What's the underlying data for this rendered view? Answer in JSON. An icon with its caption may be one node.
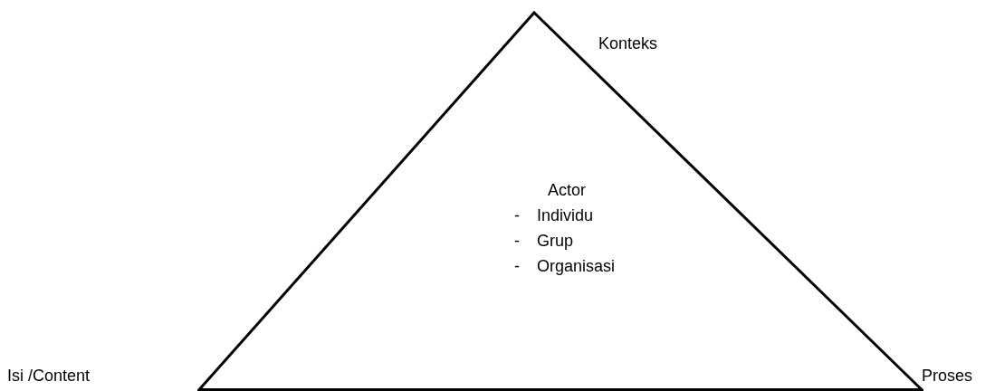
{
  "diagram": {
    "nodes": [
      {
        "text": [
          "Actor",
          "- Individu",
          "- Grup",
          "- Organisasi"
        ]
      }
    ],
    "labels": [
      "Konteks",
      "Isi /Content",
      "Proses"
    ]
  }
}
